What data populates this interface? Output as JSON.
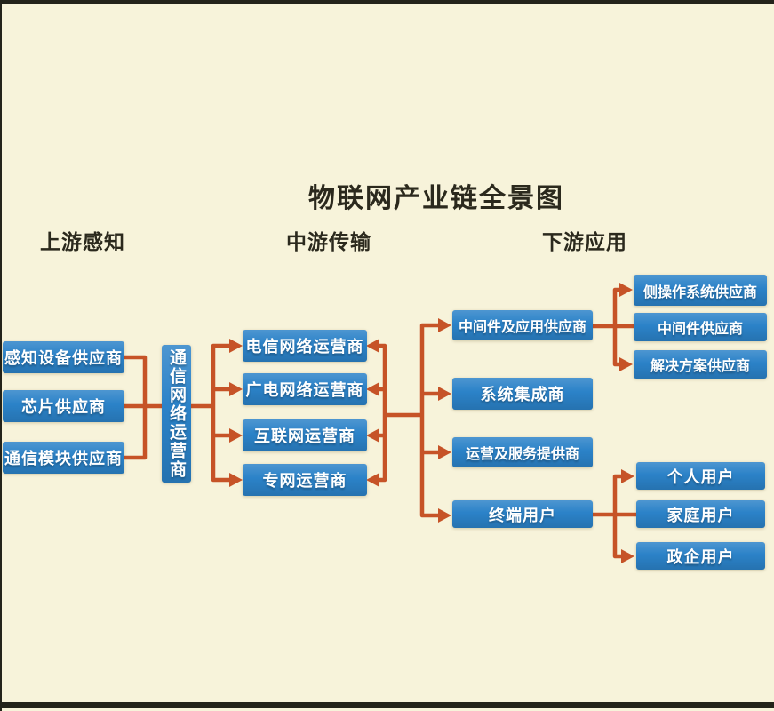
{
  "diagram": {
    "title": "物联网产业链全景图",
    "lanes": {
      "upstream": "上游感知",
      "midstream": "中游传输",
      "downstream": "下游应用"
    },
    "upstream": {
      "suppliers": [
        "感知设备供应商",
        "芯片供应商",
        "通信模块供应商"
      ],
      "hub": "通信网络运营商"
    },
    "midstream": {
      "operators": [
        "电信网络运营商",
        "广电网络运营商",
        "互联网运营商",
        "专网运营商"
      ]
    },
    "downstream": {
      "roles": [
        "中间件及应用供应商",
        "系统集成商",
        "运营及服务提供商",
        "终端用户"
      ],
      "application_suppliers": [
        "侧操作系统供应商",
        "中间件供应商",
        "解决方案供应商"
      ],
      "end_users": [
        "个人用户",
        "家庭用户",
        "政企用户"
      ]
    },
    "colors": {
      "background": "#f7f3da",
      "node_fill": "#2b82c8",
      "connector": "#c65327",
      "heading_text": "#2b291d",
      "node_text": "#ffffff",
      "frame_bar": "#23231a"
    }
  }
}
